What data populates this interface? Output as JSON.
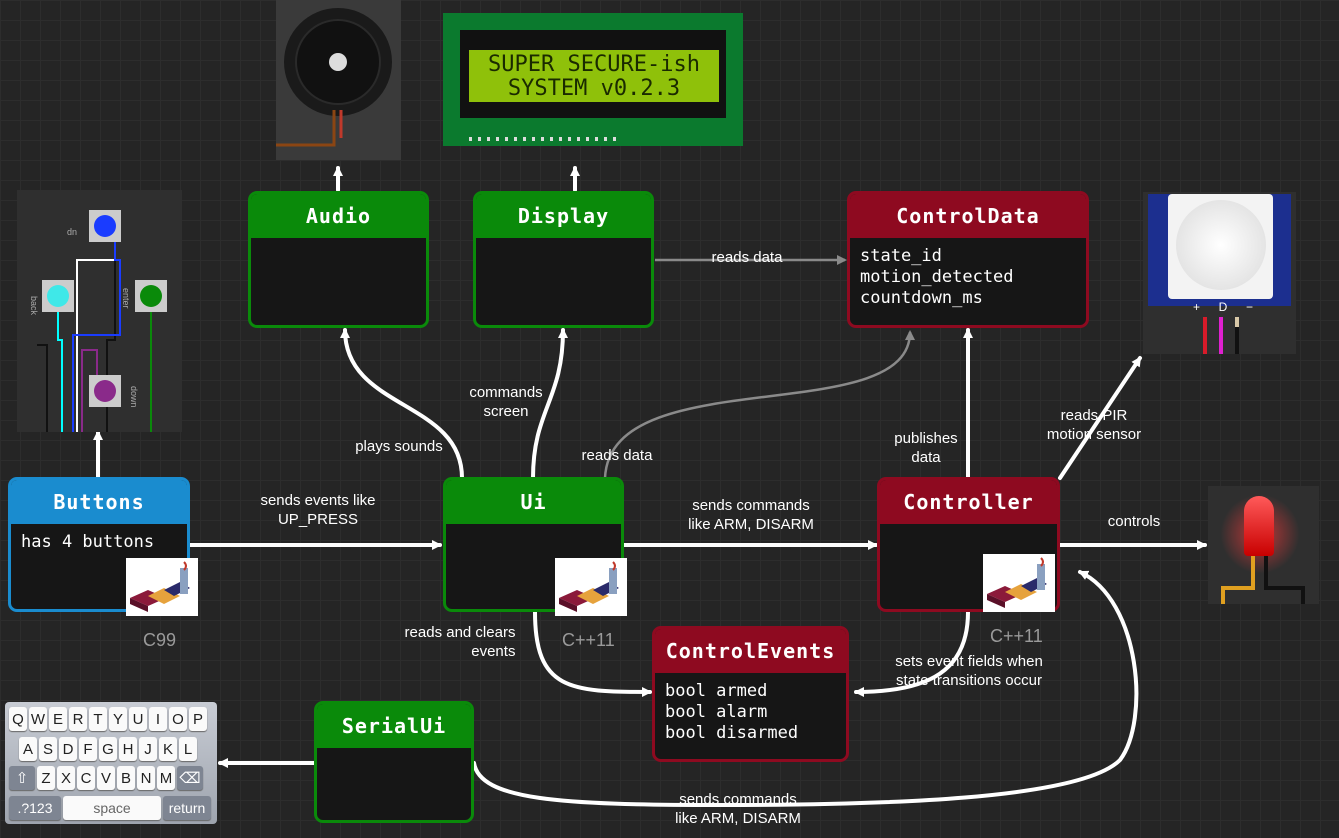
{
  "nodes": {
    "buttons": {
      "title": "Buttons",
      "lines": [
        "has 4 buttons"
      ],
      "lang": "C99"
    },
    "audio": {
      "title": "Audio"
    },
    "display": {
      "title": "Display"
    },
    "control_data": {
      "title": "ControlData",
      "lines": [
        "state_id",
        "motion_detected",
        "countdown_ms"
      ]
    },
    "ui": {
      "title": "Ui",
      "lang": "C++11"
    },
    "controller": {
      "title": "Controller",
      "lang": "C++11"
    },
    "control_events": {
      "title": "ControlEvents",
      "lines": [
        "bool armed",
        "bool alarm",
        "bool disarmed"
      ]
    },
    "serial_ui": {
      "title": "SerialUi"
    }
  },
  "edge_labels": {
    "sends_events": [
      "sends events like",
      "UP_PRESS"
    ],
    "plays_sounds": "plays sounds",
    "commands_screen": [
      "commands",
      "screen"
    ],
    "ui_reads_data": "reads data",
    "display_reads_data": "reads data",
    "ui_to_controller": [
      "sends commands",
      "like ARM, DISARM"
    ],
    "reads_and_clears": [
      "reads and clears",
      "events"
    ],
    "publishes_data": [
      "publishes",
      "data"
    ],
    "reads_pir": [
      "reads PIR",
      "motion sensor"
    ],
    "controls": "controls",
    "sets_event_fields": [
      "sets event fields when",
      "state transitions occur"
    ],
    "serial_to_controller": [
      "sends commands",
      "like ARM, DISARM"
    ]
  },
  "lcd": {
    "line1": "SUPER SECURE-ish",
    "line2": "SYSTEM v0.2.3"
  },
  "pir": {
    "pin_plus": "+",
    "pin_d": "D",
    "pin_minus": "−"
  },
  "pushbuttons": {
    "up": "up",
    "back": "back",
    "enter": "enter",
    "down": "down"
  },
  "keyboard": {
    "row1": [
      "Q",
      "W",
      "E",
      "R",
      "T",
      "Y",
      "U",
      "I",
      "O",
      "P"
    ],
    "row2": [
      "A",
      "S",
      "D",
      "F",
      "G",
      "H",
      "J",
      "K",
      "L"
    ],
    "row3": [
      "Z",
      "X",
      "C",
      "V",
      "B",
      "N",
      "M"
    ],
    "num_key": ".?123",
    "space_key": "space",
    "return_key": "return"
  },
  "colors": {
    "green": "#0a8a0a",
    "red": "#8e0a20",
    "blue": "#1a8ccf",
    "edge": "#ffffff",
    "faint_edge": "#8a8a8a"
  },
  "icons": {
    "lang_logo": "isocpp-blocks-logo"
  }
}
